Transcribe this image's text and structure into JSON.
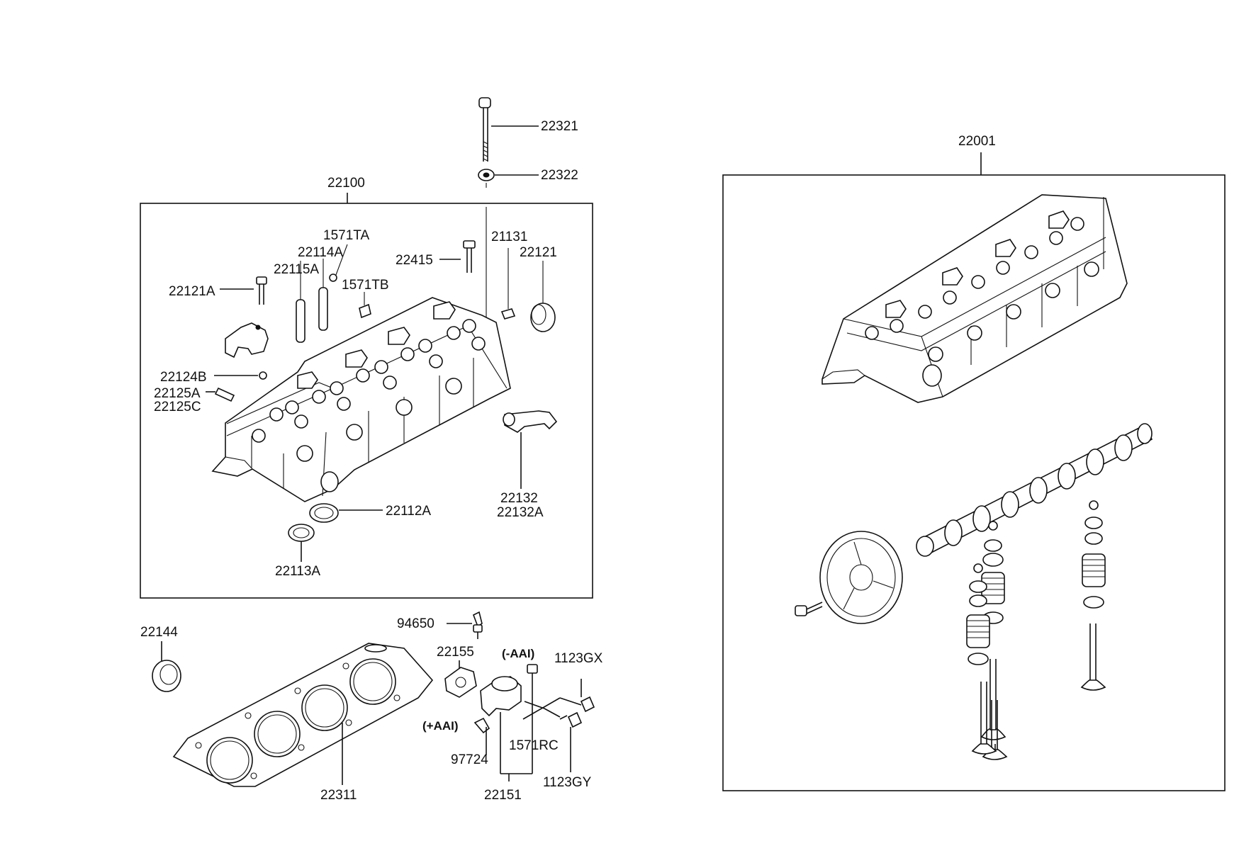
{
  "labels": {
    "l22321": "22321",
    "l22322": "22322",
    "l22100": "22100",
    "l22001": "22001",
    "l1571TA": "1571TA",
    "l22114A": "22114A",
    "l22115A": "22115A",
    "l22415": "22415",
    "l21131": "21131",
    "l22121": "22121",
    "l22121A": "22121A",
    "l1571TB": "1571TB",
    "l22124B": "22124B",
    "l22125A": "22125A",
    "l22125C": "22125C",
    "l22132": "22132",
    "l22132A": "22132A",
    "l22112A": "22112A",
    "l22113A": "22113A",
    "l94650": "94650",
    "l22144": "22144",
    "l22155": "22155",
    "lMinusAAI": "(-AAI)",
    "l1123GX": "1123GX",
    "lPlusAAI": "(+AAI)",
    "l97724": "97724",
    "l1571RC": "1571RC",
    "l1123GY": "1123GY",
    "l22311": "22311",
    "l22151": "22151"
  },
  "icons": [
    "cylinder-head",
    "bolt",
    "washer",
    "seal",
    "camshaft",
    "timing-gear",
    "valve",
    "valve-spring",
    "head-gasket",
    "water-outlet",
    "temperature-sensor"
  ]
}
